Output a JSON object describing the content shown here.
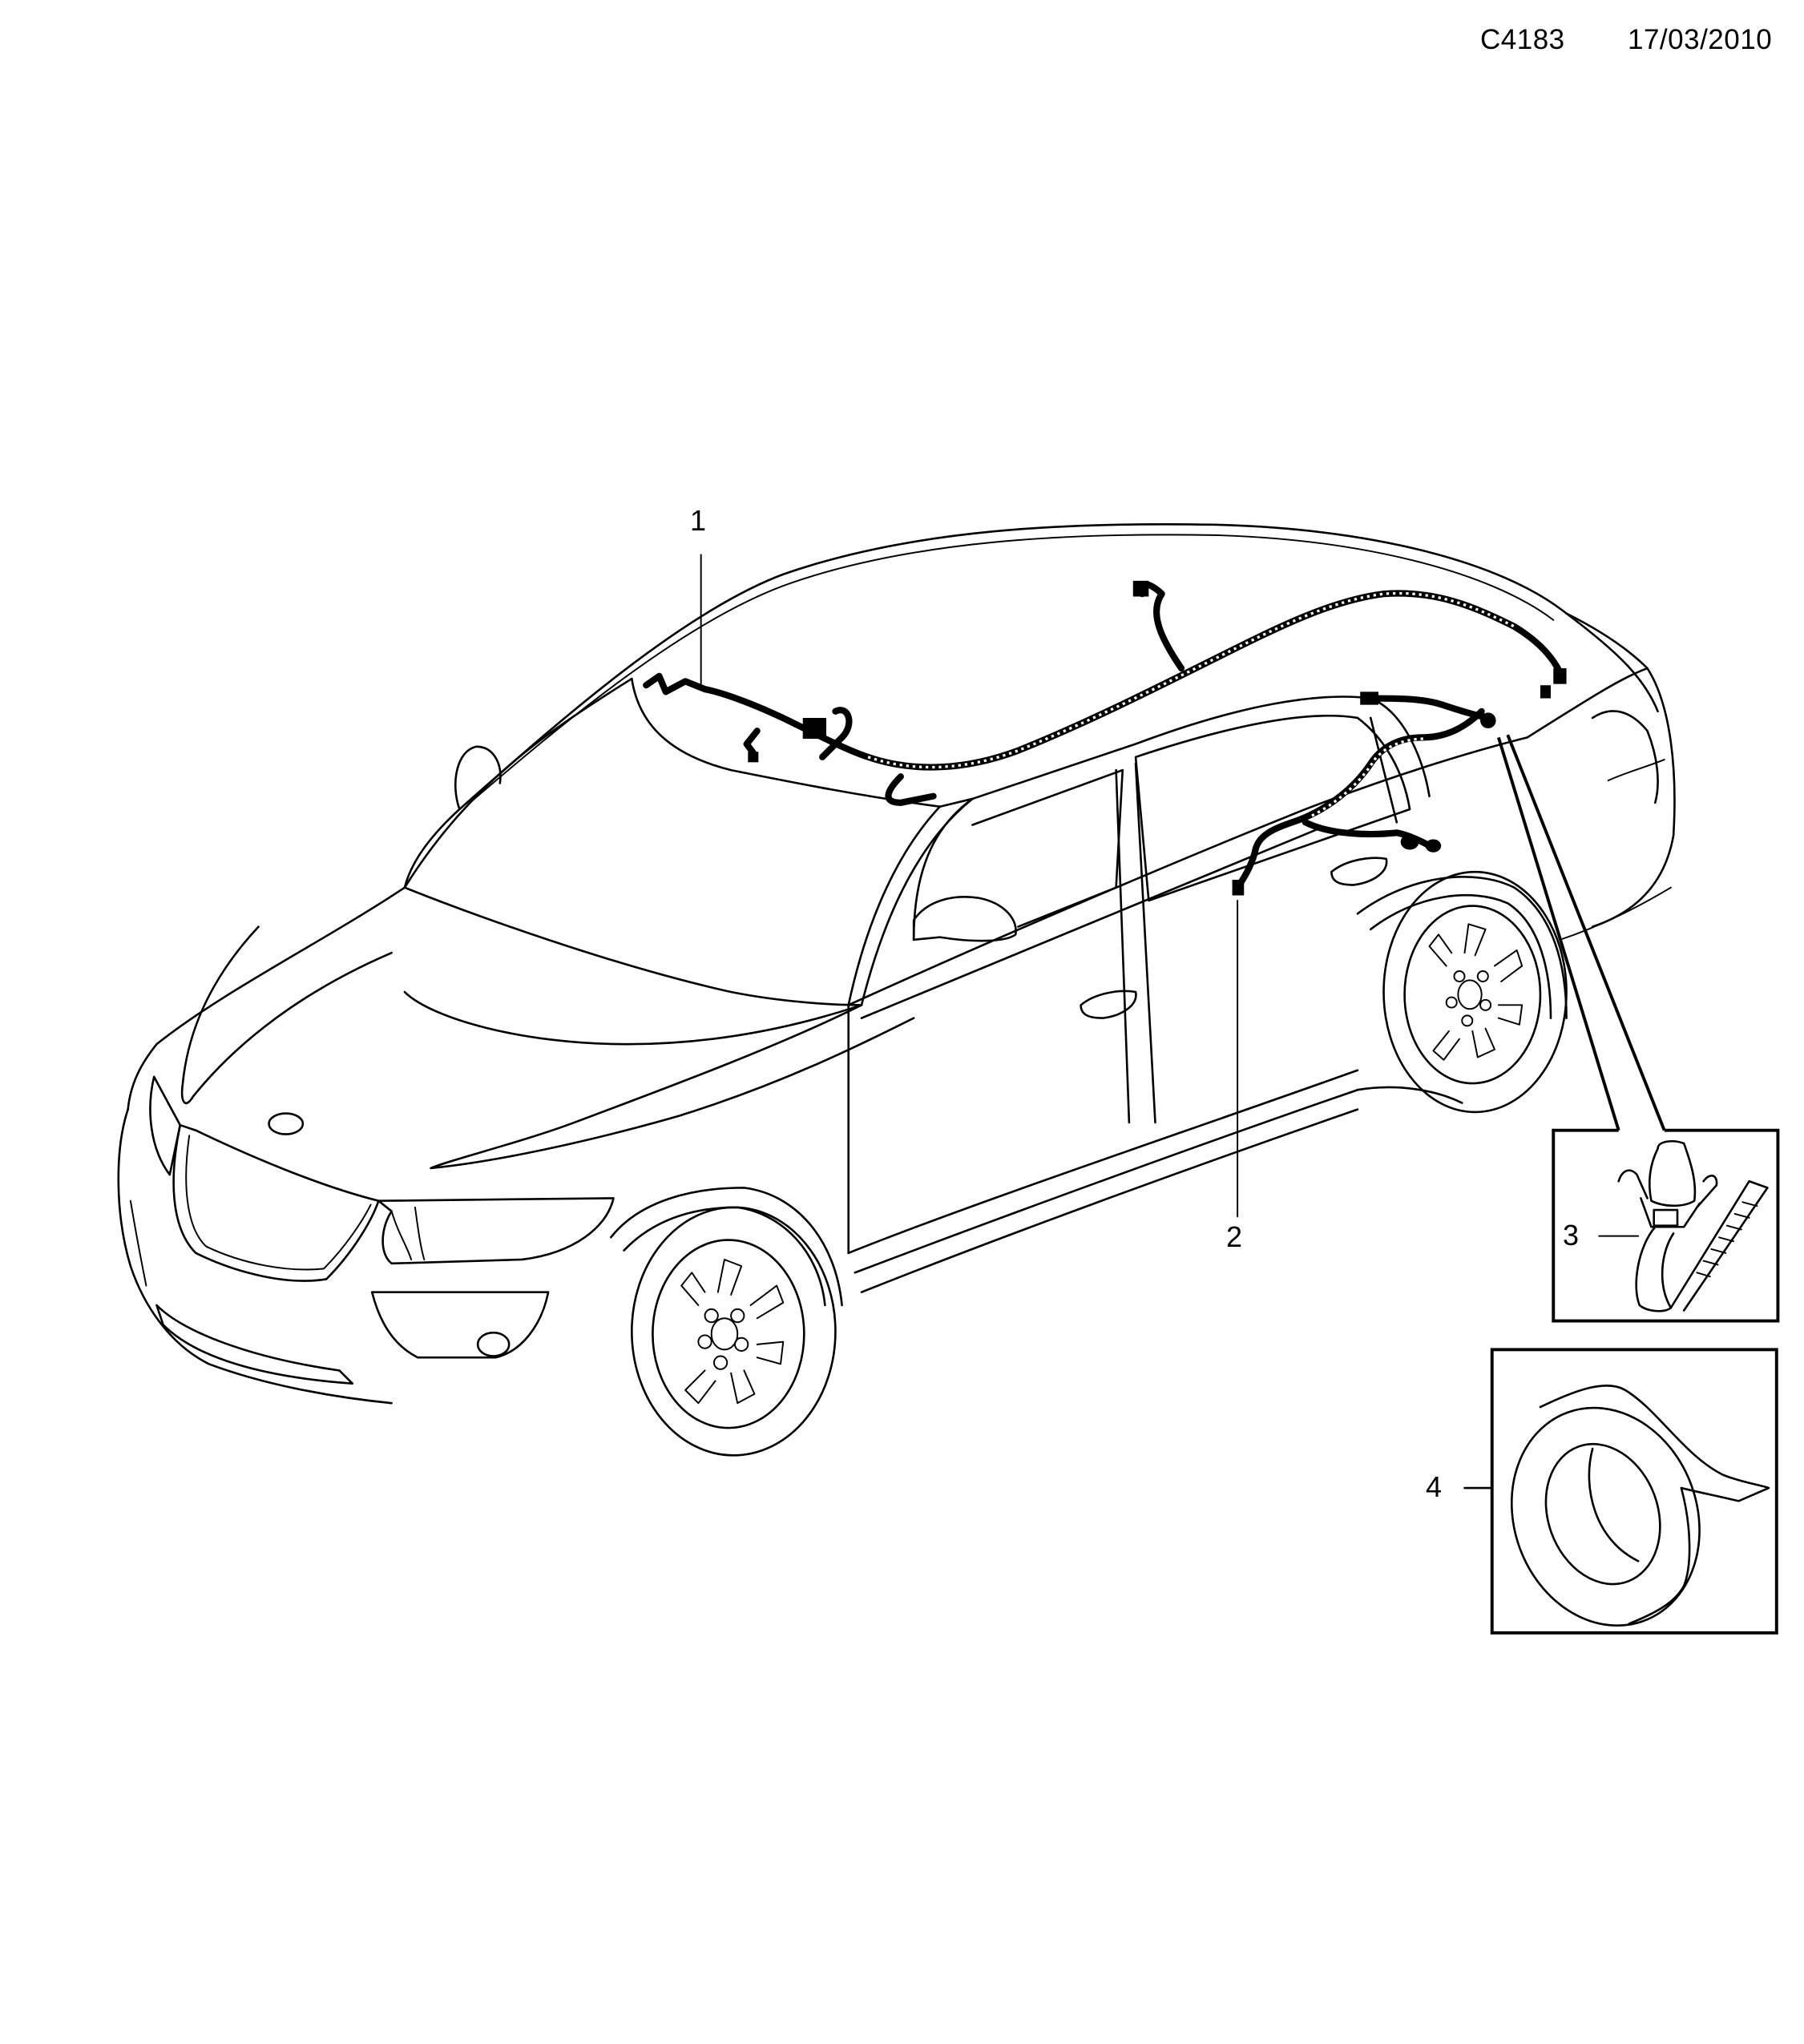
{
  "header": {
    "diagram_code": "C4183",
    "date": "17/03/2010"
  },
  "diagram": {
    "subject": "car-wiring-harness-illustration",
    "callouts": [
      {
        "number": "1",
        "part": "roof-wiring-harness"
      },
      {
        "number": "2",
        "part": "door-wiring-harness"
      },
      {
        "number": "3",
        "part": "cable-tie-clip"
      },
      {
        "number": "4",
        "part": "insulating-tape-roll"
      }
    ]
  },
  "colors": {
    "line": "#000000",
    "background": "#ffffff"
  }
}
